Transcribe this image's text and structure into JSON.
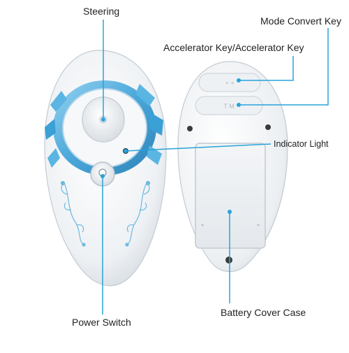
{
  "labels": {
    "steering": "Steering",
    "mode_convert_key": "Mode Convert Key",
    "accelerator_key": "Accelerator Key/Accelerator Key",
    "indicator_light": "Indicator Light",
    "power_switch": "Power Switch",
    "battery_cover_case": "Battery Cover Case"
  },
  "back_button_marks": {
    "upper": "+ +",
    "lower": "T  M"
  },
  "colors": {
    "callout_line": "#29a3d9",
    "blue_accent": "#3aa0d6",
    "body_white": "#f4f6f8",
    "text": "#222222"
  }
}
